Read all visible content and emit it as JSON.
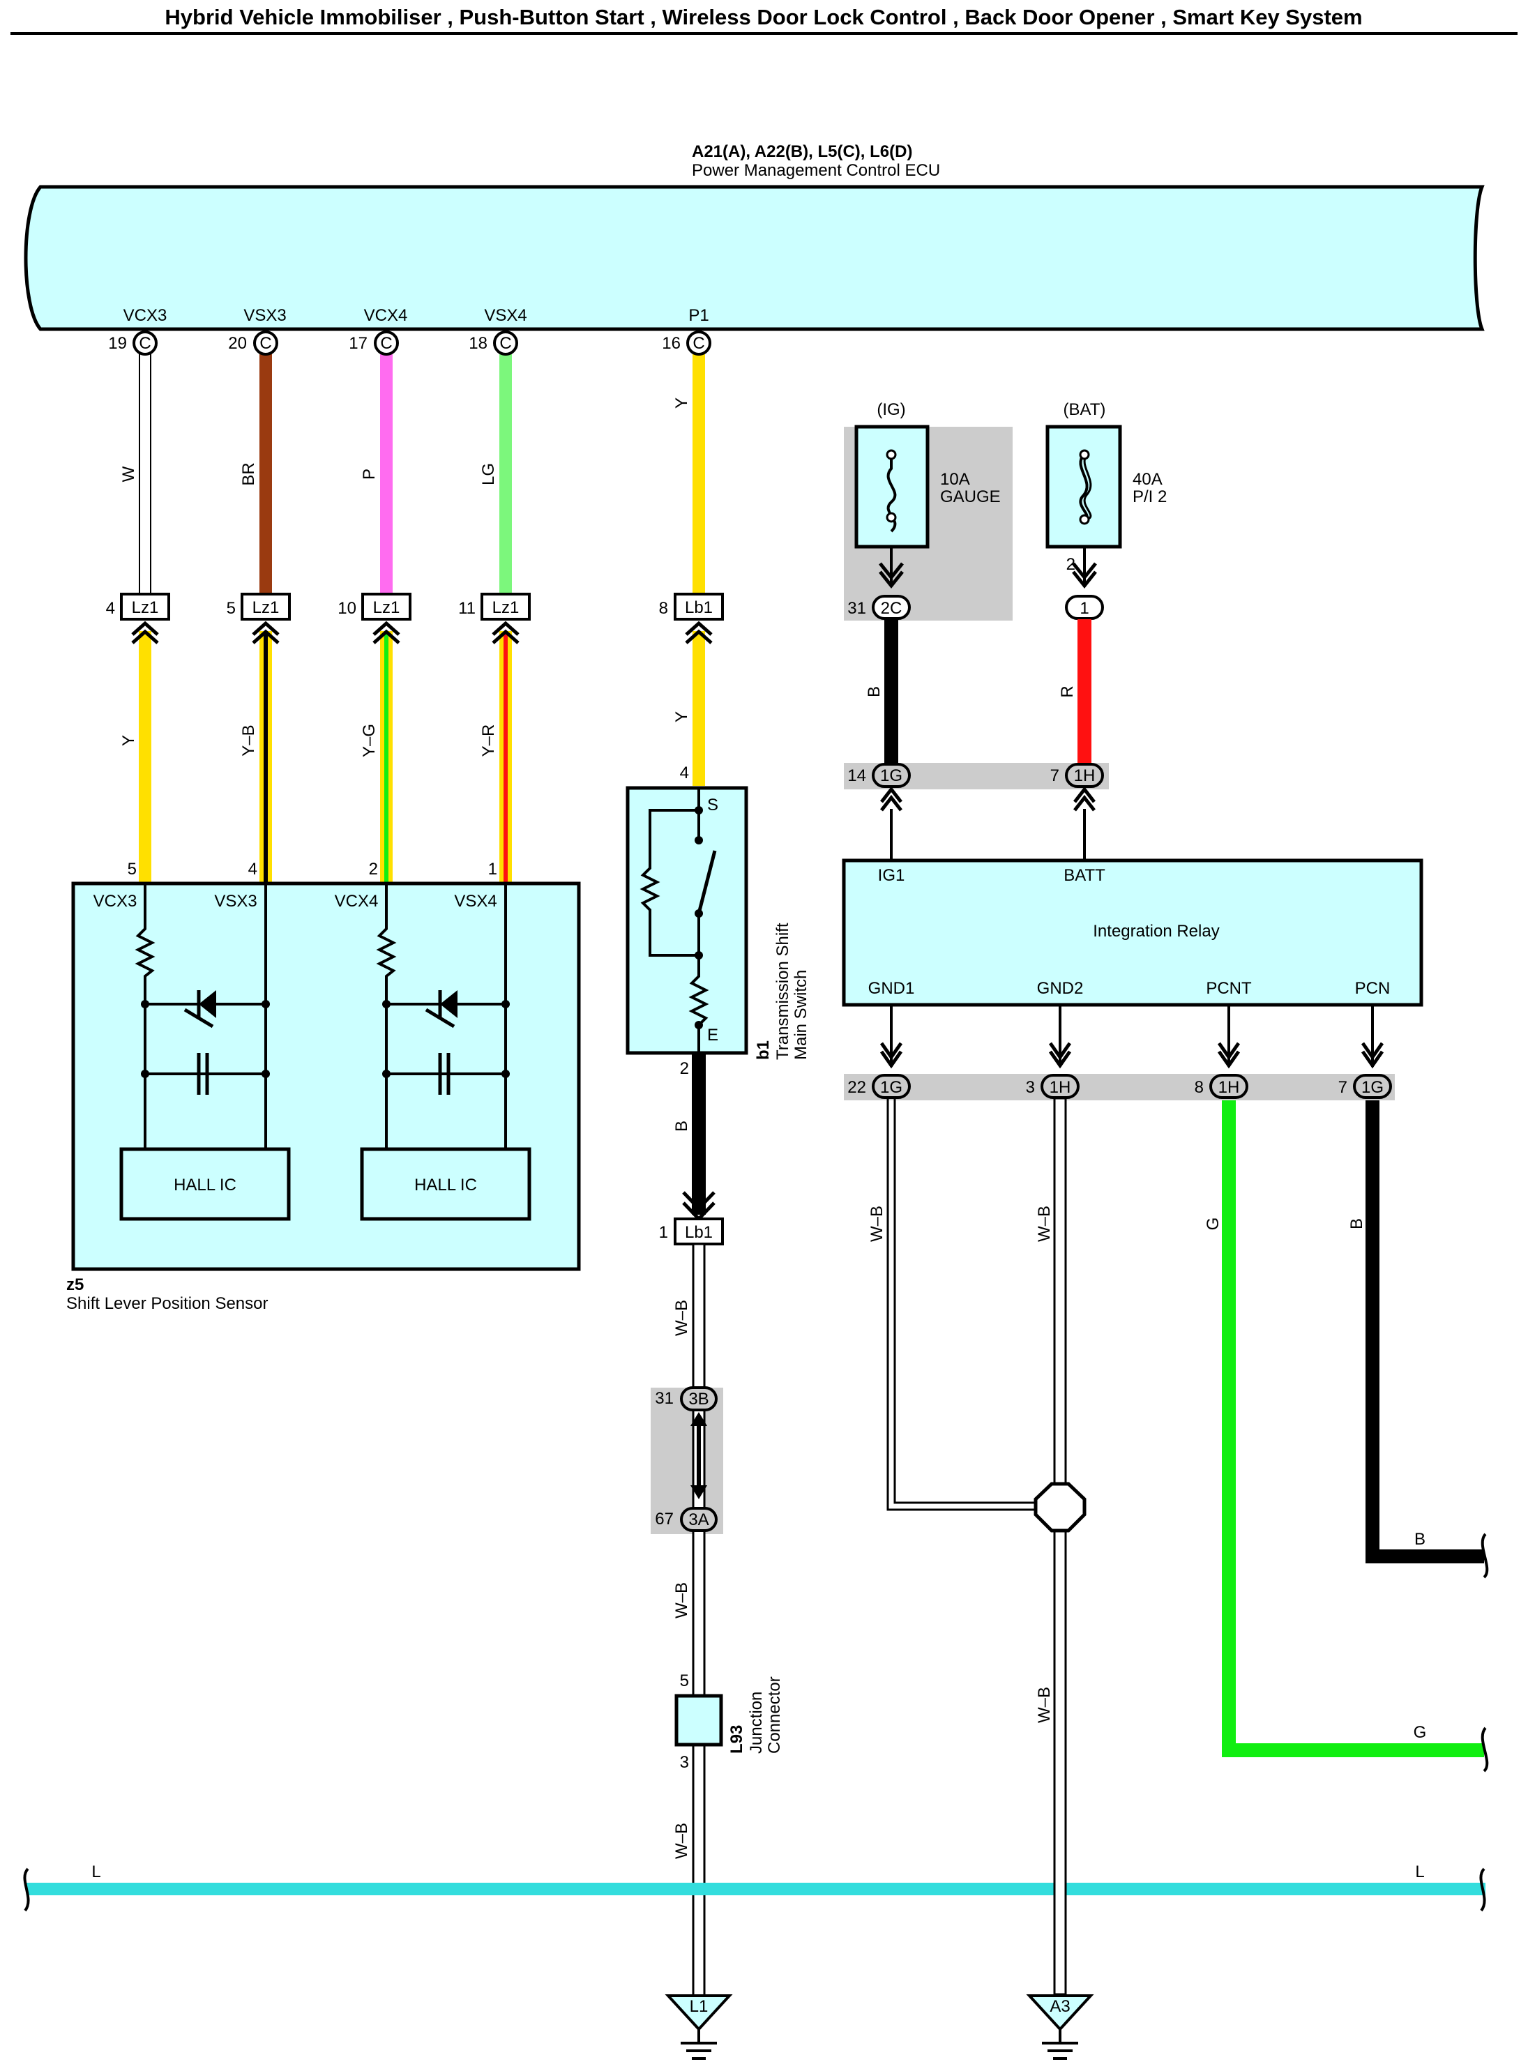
{
  "title": "Hybrid Vehicle Immobiliser , Push-Button Start , Wireless Door Lock Control , Back Door Opener , Smart Key System",
  "ecu": {
    "connectors": "A21(A), A22(B), L5(C), L6(D)",
    "name": "Power Management Control ECU",
    "pins": [
      {
        "label": "VCX3",
        "num": "19",
        "conn": "C"
      },
      {
        "label": "VSX3",
        "num": "20",
        "conn": "C"
      },
      {
        "label": "VCX4",
        "num": "17",
        "conn": "C"
      },
      {
        "label": "VSX4",
        "num": "18",
        "conn": "C"
      },
      {
        "label": "P1",
        "num": "16",
        "conn": "C"
      }
    ]
  },
  "wires_top": [
    "W",
    "BR",
    "P",
    "LG",
    "Y"
  ],
  "lz1": [
    {
      "num": "4",
      "id": "Lz1"
    },
    {
      "num": "5",
      "id": "Lz1"
    },
    {
      "num": "10",
      "id": "Lz1"
    },
    {
      "num": "11",
      "id": "Lz1"
    }
  ],
  "lb1_top": {
    "num": "8",
    "id": "Lb1"
  },
  "wires_mid": [
    "Y",
    "Y–B",
    "Y–G",
    "Y–R",
    "Y"
  ],
  "sensor": {
    "code": "z5",
    "name": "Shift Lever Position Sensor",
    "pin_nums": [
      "5",
      "4",
      "2",
      "1"
    ],
    "pin_labels": [
      "VCX3",
      "VSX3",
      "VCX4",
      "VSX4"
    ],
    "hall": "HALL IC"
  },
  "tsw": {
    "code": "b1",
    "name1": "Transmission Shift",
    "name2": "Main Switch",
    "pin_top": "4",
    "pin_bottom": "2",
    "s": "S",
    "e": "E"
  },
  "wire_b_switch": "B",
  "lb1_bottom": {
    "num": "1",
    "id": "Lb1"
  },
  "wire_wb": "W–B",
  "j3": [
    {
      "num": "31",
      "id": "3B"
    },
    {
      "num": "67",
      "id": "3A"
    }
  ],
  "l93": {
    "code": "L93",
    "name1": "Junction",
    "name2": "Connector",
    "pin_top": "5",
    "pin_bottom": "3"
  },
  "fuse_ig": {
    "group": "(IG)",
    "rating": "10A",
    "name": "GAUGE",
    "conn_num": "31",
    "conn_id": "2C"
  },
  "fuse_bat": {
    "group": "(BAT)",
    "rating": "40A",
    "name": "P/I 2",
    "pin": "2",
    "conn_id": "1"
  },
  "wire_b_ig": "B",
  "wire_r_bat": "R",
  "j1_top": [
    {
      "num": "14",
      "id": "1G"
    },
    {
      "num": "7",
      "id": "1H"
    }
  ],
  "relay": {
    "name": "Integration Relay",
    "ig1": "IG1",
    "batt": "BATT",
    "gnd1": "GND1",
    "gnd2": "GND2",
    "pcnt": "PCNT",
    "pcn": "PCN"
  },
  "j1_bottom": [
    {
      "num": "22",
      "id": "1G"
    },
    {
      "num": "3",
      "id": "1H"
    },
    {
      "num": "8",
      "id": "1H"
    },
    {
      "num": "7",
      "id": "1G"
    }
  ],
  "wires_relay": [
    "W–B",
    "W–B",
    "G",
    "B"
  ],
  "wire_wb_a3": "W–B",
  "out_b": "B",
  "out_g": "G",
  "bus": {
    "left": "L",
    "right": "L"
  },
  "grounds": [
    "L1",
    "A3"
  ],
  "colors": {
    "panel": "#ccffff",
    "yellow": "#ffe000",
    "brown": "#9a3a10",
    "pink": "#ff6cf0",
    "lightgreen": "#7cf77c",
    "green": "#11ee11",
    "red": "#ff1111",
    "cyan": "#33dddd",
    "shade": "#cccccc"
  }
}
